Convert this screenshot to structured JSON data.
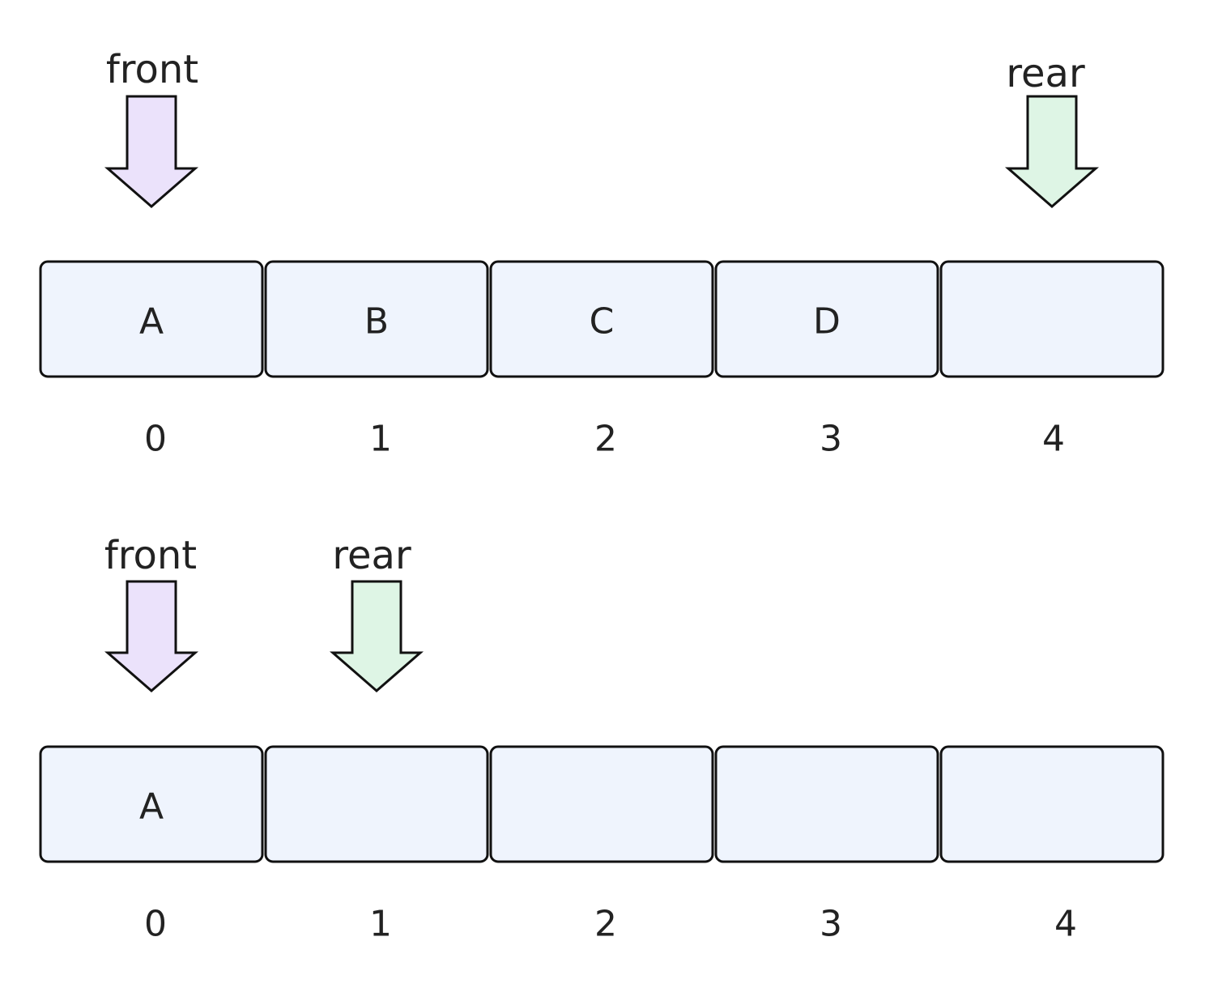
{
  "queue_diagrams": [
    {
      "cells": [
        "A",
        "B",
        "C",
        "D",
        ""
      ],
      "indices": [
        "0",
        "1",
        "2",
        "3",
        "4"
      ],
      "front": {
        "label": "front",
        "index": 0,
        "color": "#ebe2fb"
      },
      "rear": {
        "label": "rear",
        "index": 4,
        "color": "#def5e5"
      }
    },
    {
      "cells": [
        "A",
        "",
        "",
        "",
        ""
      ],
      "indices": [
        "0",
        "1",
        "2",
        "3",
        "4"
      ],
      "front": {
        "label": "front",
        "index": 0,
        "color": "#ebe2fb"
      },
      "rear": {
        "label": "rear",
        "index": 1,
        "color": "#def5e5"
      }
    }
  ],
  "colors": {
    "cell_fill": "#eff4fd",
    "stroke": "#111111",
    "text": "#222222"
  }
}
